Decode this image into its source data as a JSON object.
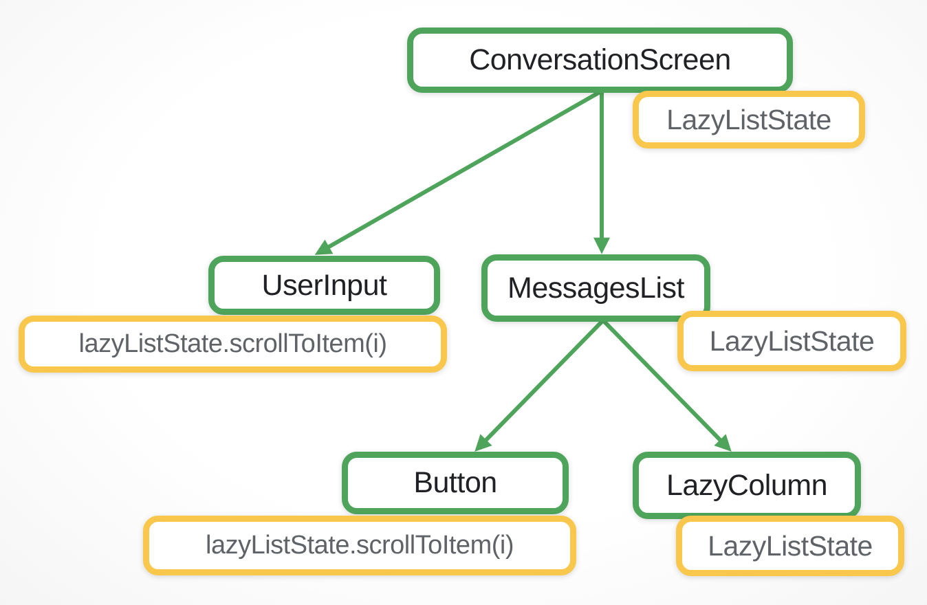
{
  "diagram": {
    "type": "component-tree",
    "colors": {
      "composable_border": "#4EA45A",
      "state_border": "#F9C74B",
      "composable_text": "#202124",
      "state_text": "#5F6368",
      "arrow": "#4EA45A"
    },
    "nodes": {
      "conversation_screen": {
        "label": "ConversationScreen",
        "kind": "composable"
      },
      "conversation_screen_state": {
        "label": "LazyListState",
        "kind": "state"
      },
      "user_input": {
        "label": "UserInput",
        "kind": "composable"
      },
      "user_input_call": {
        "label": "lazyListState.scrollToItem(i)",
        "kind": "state"
      },
      "messages_list": {
        "label": "MessagesList",
        "kind": "composable"
      },
      "messages_list_state": {
        "label": "LazyListState",
        "kind": "state"
      },
      "button": {
        "label": "Button",
        "kind": "composable"
      },
      "button_call": {
        "label": "lazyListState.scrollToItem(i)",
        "kind": "state"
      },
      "lazy_column": {
        "label": "LazyColumn",
        "kind": "composable"
      },
      "lazy_column_state": {
        "label": "LazyListState",
        "kind": "state"
      }
    },
    "edges": [
      {
        "from": "ConversationScreen",
        "to": "UserInput"
      },
      {
        "from": "ConversationScreen",
        "to": "MessagesList"
      },
      {
        "from": "MessagesList",
        "to": "Button"
      },
      {
        "from": "MessagesList",
        "to": "LazyColumn"
      }
    ]
  }
}
